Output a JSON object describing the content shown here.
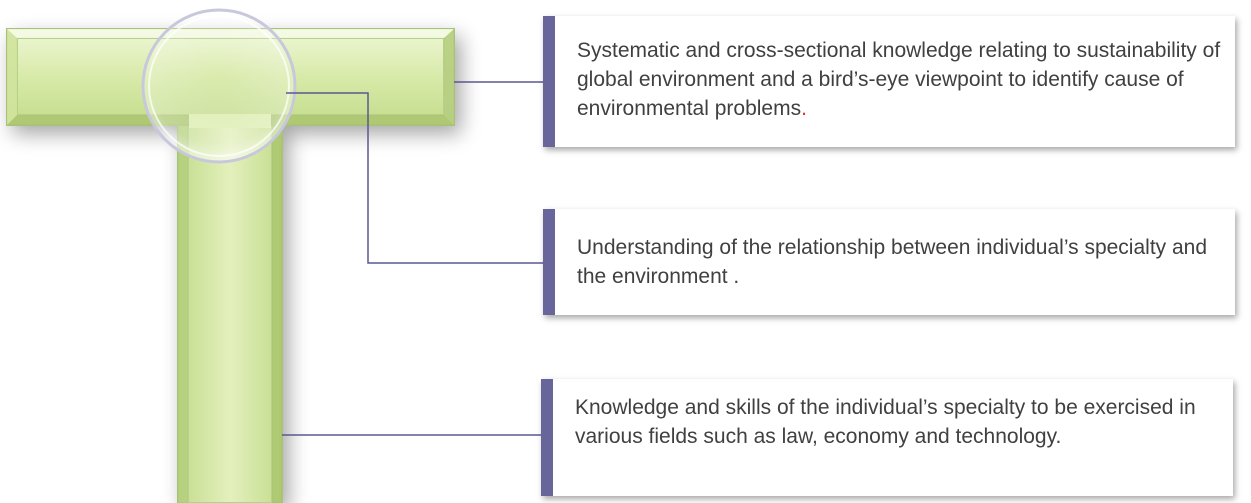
{
  "colors": {
    "callout_accent": "#67659a",
    "connector": "#5a5890",
    "t_shape_fill": "#d6e9a8",
    "t_shape_edge": "#a9c27a",
    "text": "#404040",
    "highlight_period": "#e03030"
  },
  "callouts": [
    {
      "text": "Systematic and cross-sectional knowledge relating to sustainability of global environment and a bird’s-eye viewpoint to identify cause of environmental problems",
      "trailing": "."
    },
    {
      "text": "Understanding of the relationship between individual’s specialty and the environment ."
    },
    {
      "text": "Knowledge and skills of the individual’s specialty to be exercised in various fields such as law, economy and technology."
    }
  ]
}
